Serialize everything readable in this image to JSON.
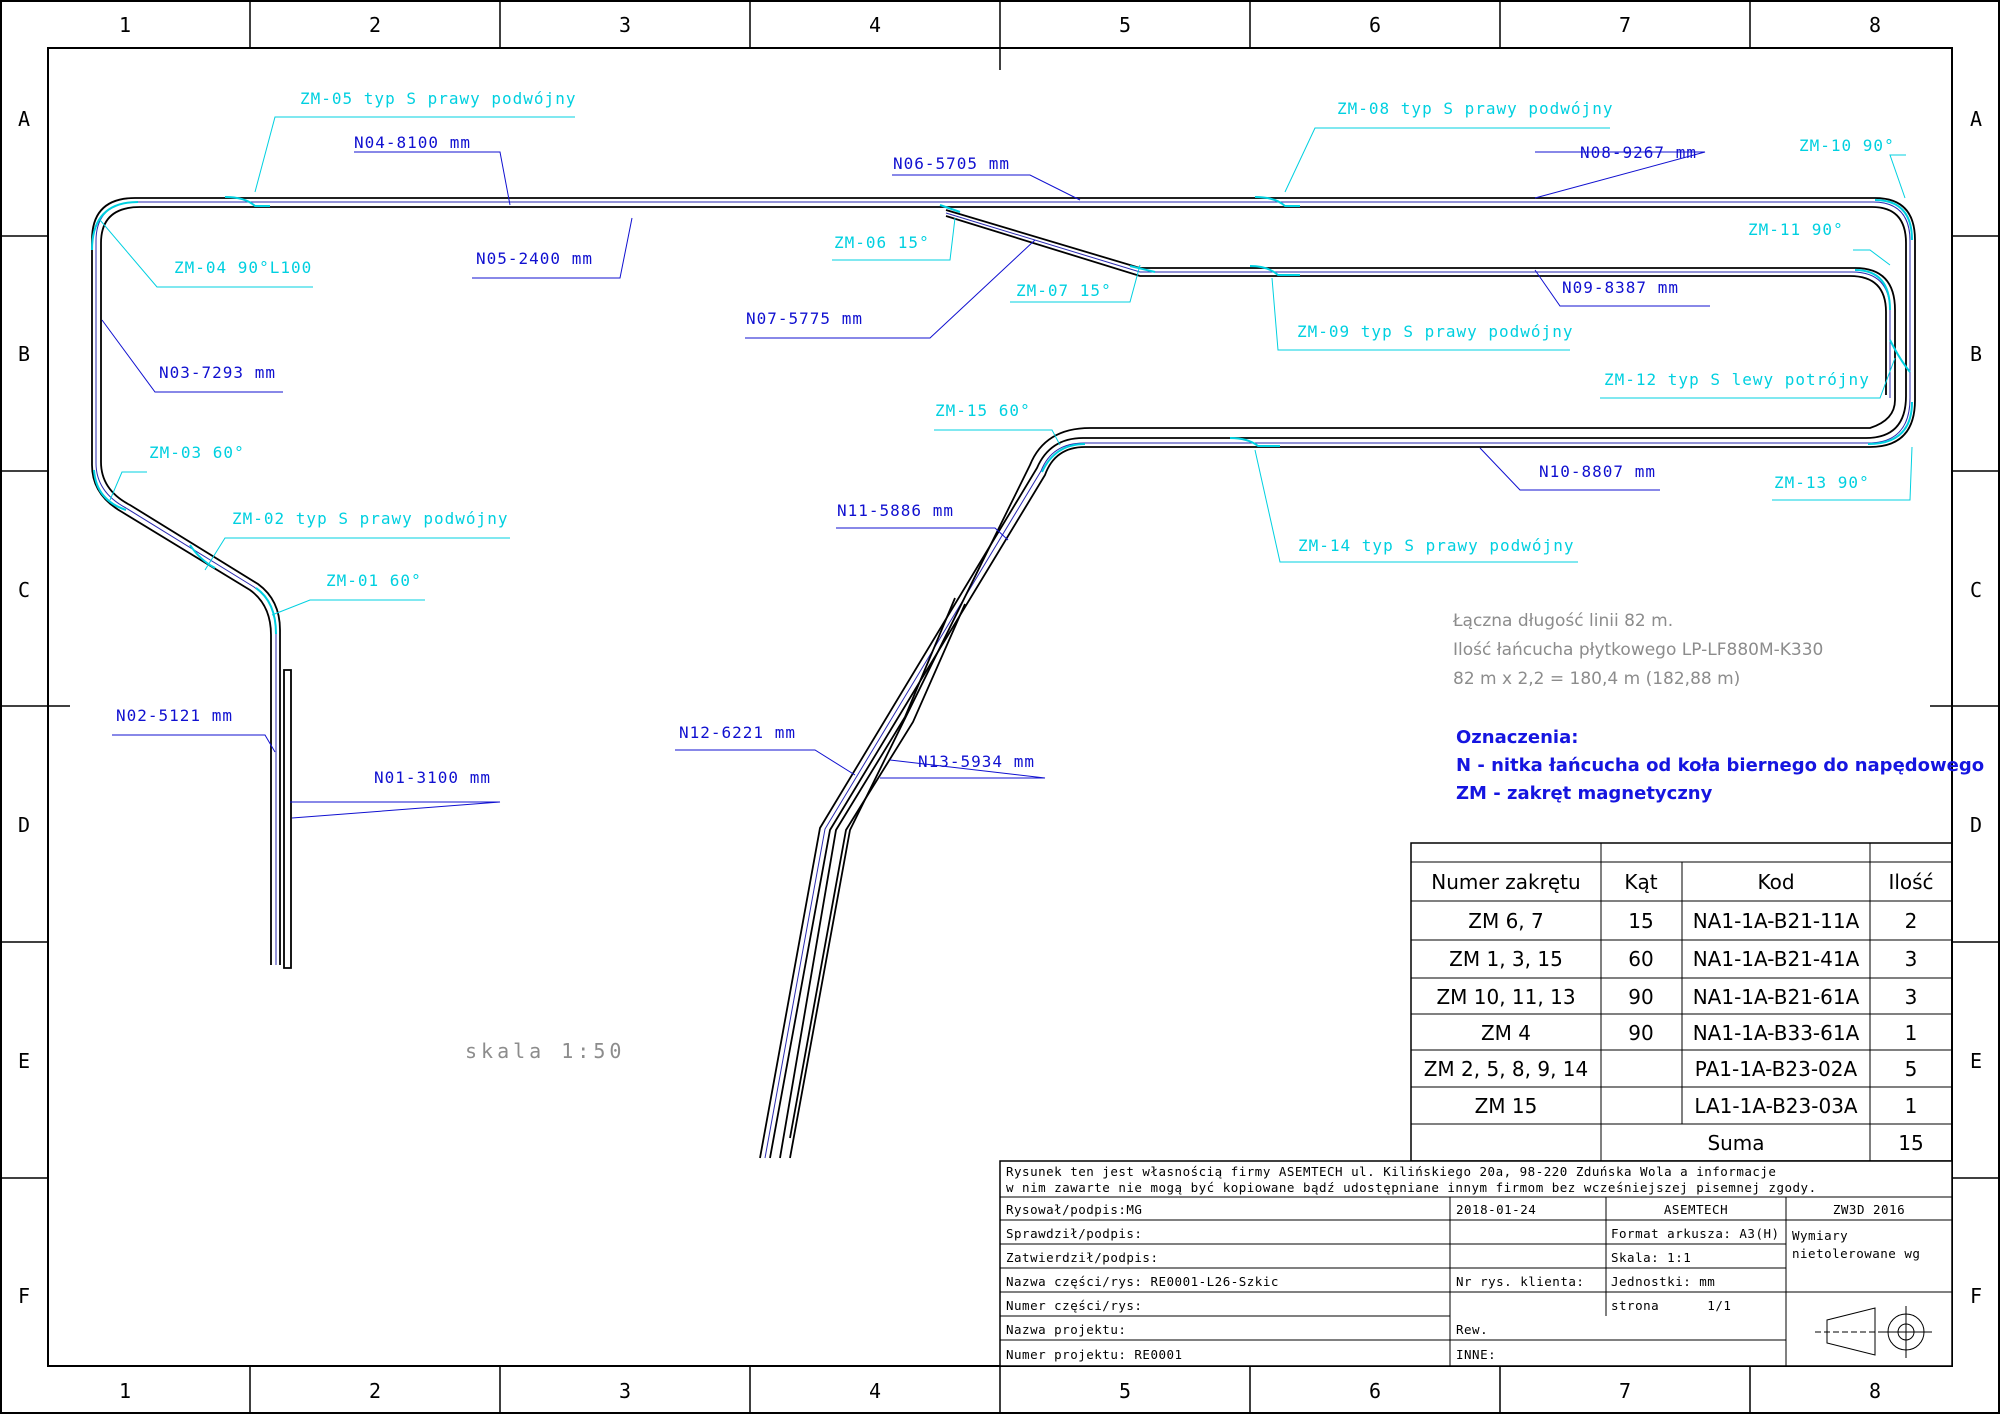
{
  "zones": {
    "columns": [
      "1",
      "2",
      "3",
      "4",
      "5",
      "6",
      "7",
      "8"
    ],
    "rows": [
      "A",
      "B",
      "C",
      "D",
      "E",
      "F"
    ]
  },
  "segments": [
    {
      "id": "N01",
      "label": "N01-3100 mm"
    },
    {
      "id": "N02",
      "label": "N02-5121 mm"
    },
    {
      "id": "N03",
      "label": "N03-7293 mm"
    },
    {
      "id": "N04",
      "label": "N04-8100 mm"
    },
    {
      "id": "N05",
      "label": "N05-2400 mm"
    },
    {
      "id": "N06",
      "label": "N06-5705 mm"
    },
    {
      "id": "N07",
      "label": "N07-5775 mm"
    },
    {
      "id": "N08",
      "label": "N08-9267 mm"
    },
    {
      "id": "N09",
      "label": "N09-8387 mm"
    },
    {
      "id": "N10",
      "label": "N10-8807 mm"
    },
    {
      "id": "N11",
      "label": "N11-5886 mm"
    },
    {
      "id": "N12",
      "label": "N12-6221 mm"
    },
    {
      "id": "N13",
      "label": "N13-5934 mm"
    }
  ],
  "bends": [
    {
      "id": "ZM01",
      "label": "ZM-01 60°"
    },
    {
      "id": "ZM02",
      "label": "ZM-02 typ S prawy podwójny"
    },
    {
      "id": "ZM03",
      "label": "ZM-03 60°"
    },
    {
      "id": "ZM04",
      "label": "ZM-04 90°L100"
    },
    {
      "id": "ZM05",
      "label": "ZM-05 typ S prawy podwójny"
    },
    {
      "id": "ZM06",
      "label": "ZM-06 15°"
    },
    {
      "id": "ZM07",
      "label": "ZM-07 15°"
    },
    {
      "id": "ZM08",
      "label": "ZM-08 typ S prawy podwójny"
    },
    {
      "id": "ZM09",
      "label": "ZM-09 typ S prawy podwójny"
    },
    {
      "id": "ZM10",
      "label": "ZM-10 90°"
    },
    {
      "id": "ZM11",
      "label": "ZM-11 90°"
    },
    {
      "id": "ZM12",
      "label": "ZM-12 typ S lewy potrójny"
    },
    {
      "id": "ZM13",
      "label": "ZM-13 90°"
    },
    {
      "id": "ZM14",
      "label": "ZM-14 typ S prawy podwójny"
    },
    {
      "id": "ZM15",
      "label": "ZM-15 60°"
    }
  ],
  "notes": {
    "line1": "Łączna długość linii 82 m.",
    "line2": "Ilość łańcucha płytkowego LP-LF880M-K330",
    "line3": "82 m x 2,2 = 180,4 m (182,88 m)"
  },
  "legend": {
    "title": "Oznaczenia:",
    "n": "N - nitka łańcucha od koła biernego do napędowego",
    "zm": "ZM - zakręt magnetyczny"
  },
  "scale": "skala 1:50",
  "bend_table": {
    "headers": [
      "Numer zakrętu",
      "Kąt",
      "Kod",
      "Ilość"
    ],
    "rows": [
      [
        "ZM 6, 7",
        "15",
        "NA1-1A-B21-11A",
        "2"
      ],
      [
        "ZM 1, 3, 15",
        "60",
        "NA1-1A-B21-41A",
        "3"
      ],
      [
        "ZM 10, 11, 13",
        "90",
        "NA1-1A-B21-61A",
        "3"
      ],
      [
        "ZM 4",
        "90",
        "NA1-1A-B33-61A",
        "1"
      ],
      [
        "ZM 2, 5, 8, 9, 14",
        "",
        "PA1-1A-B23-02A",
        "5"
      ],
      [
        "ZM 15",
        "",
        "LA1-1A-B23-03A",
        "1"
      ]
    ],
    "sum_label": "Suma",
    "sum_value": "15"
  },
  "title_block": {
    "ownership1": "Rysunek ten jest własnością firmy ASEMTECH ul. Kilińskiego 20a, 98-220 Zduńska Wola a informacje",
    "ownership2": "w nim zawarte nie mogą być kopiowane bądź udostępniane innym firmom bez wcześniejszej pisemnej zgody.",
    "drawn": "Rysował/podpis:MG",
    "date": "2018-01-24",
    "company": "ASEMTECH",
    "software": "ZW3D 2016",
    "checked": "Sprawdził/podpis:",
    "format": "Format arkusza: A3(H)",
    "tolerance1": "Wymiary",
    "tolerance2": "nietolerowane wg",
    "approved": "Zatwierdził/podpis:",
    "scale": "Skala: 1:1",
    "part_name": "Nazwa części/rys: RE0001-L26-Szkic",
    "client_no": "Nr rys. klienta:",
    "units": "Jednostki: mm",
    "part_no": "Numer części/rys:",
    "page": "strona      1/1",
    "project_name": "Nazwa projektu:",
    "rev": "Rew.",
    "project_no": "Numer projektu: RE0001",
    "other": "INNE:"
  }
}
